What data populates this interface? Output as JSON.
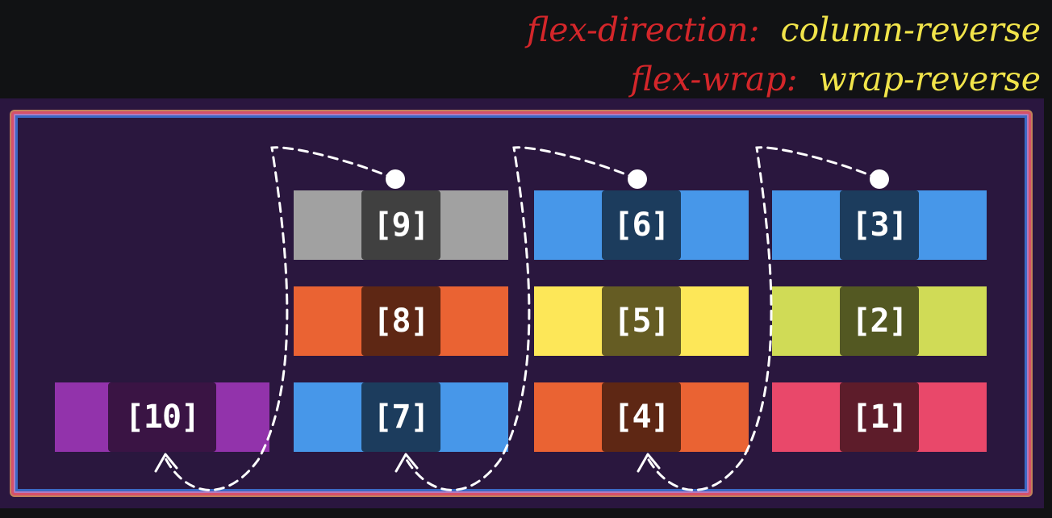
{
  "header": {
    "line1": {
      "property": "flex-direction:",
      "value": "column-reverse"
    },
    "line2": {
      "property": "flex-wrap:",
      "value": "wrap-reverse"
    }
  },
  "items": [
    {
      "label": "[1]",
      "color": "#e9486a"
    },
    {
      "label": "[2]",
      "color": "#d0db56"
    },
    {
      "label": "[3]",
      "color": "#4797e9"
    },
    {
      "label": "[4]",
      "color": "#ea6333"
    },
    {
      "label": "[5]",
      "color": "#fde758"
    },
    {
      "label": "[6]",
      "color": "#4797e9"
    },
    {
      "label": "[7]",
      "color": "#4797e9"
    },
    {
      "label": "[8]",
      "color": "#ea6333"
    },
    {
      "label": "[9]",
      "color": "#a1a1a1"
    },
    {
      "label": "[10]",
      "color": "#9233ab"
    }
  ],
  "colors": {
    "background": "#111214",
    "panel": "#2a163f",
    "property_text": "#d4262a",
    "value_text": "#f1e44a",
    "connector": "#ffffff"
  }
}
